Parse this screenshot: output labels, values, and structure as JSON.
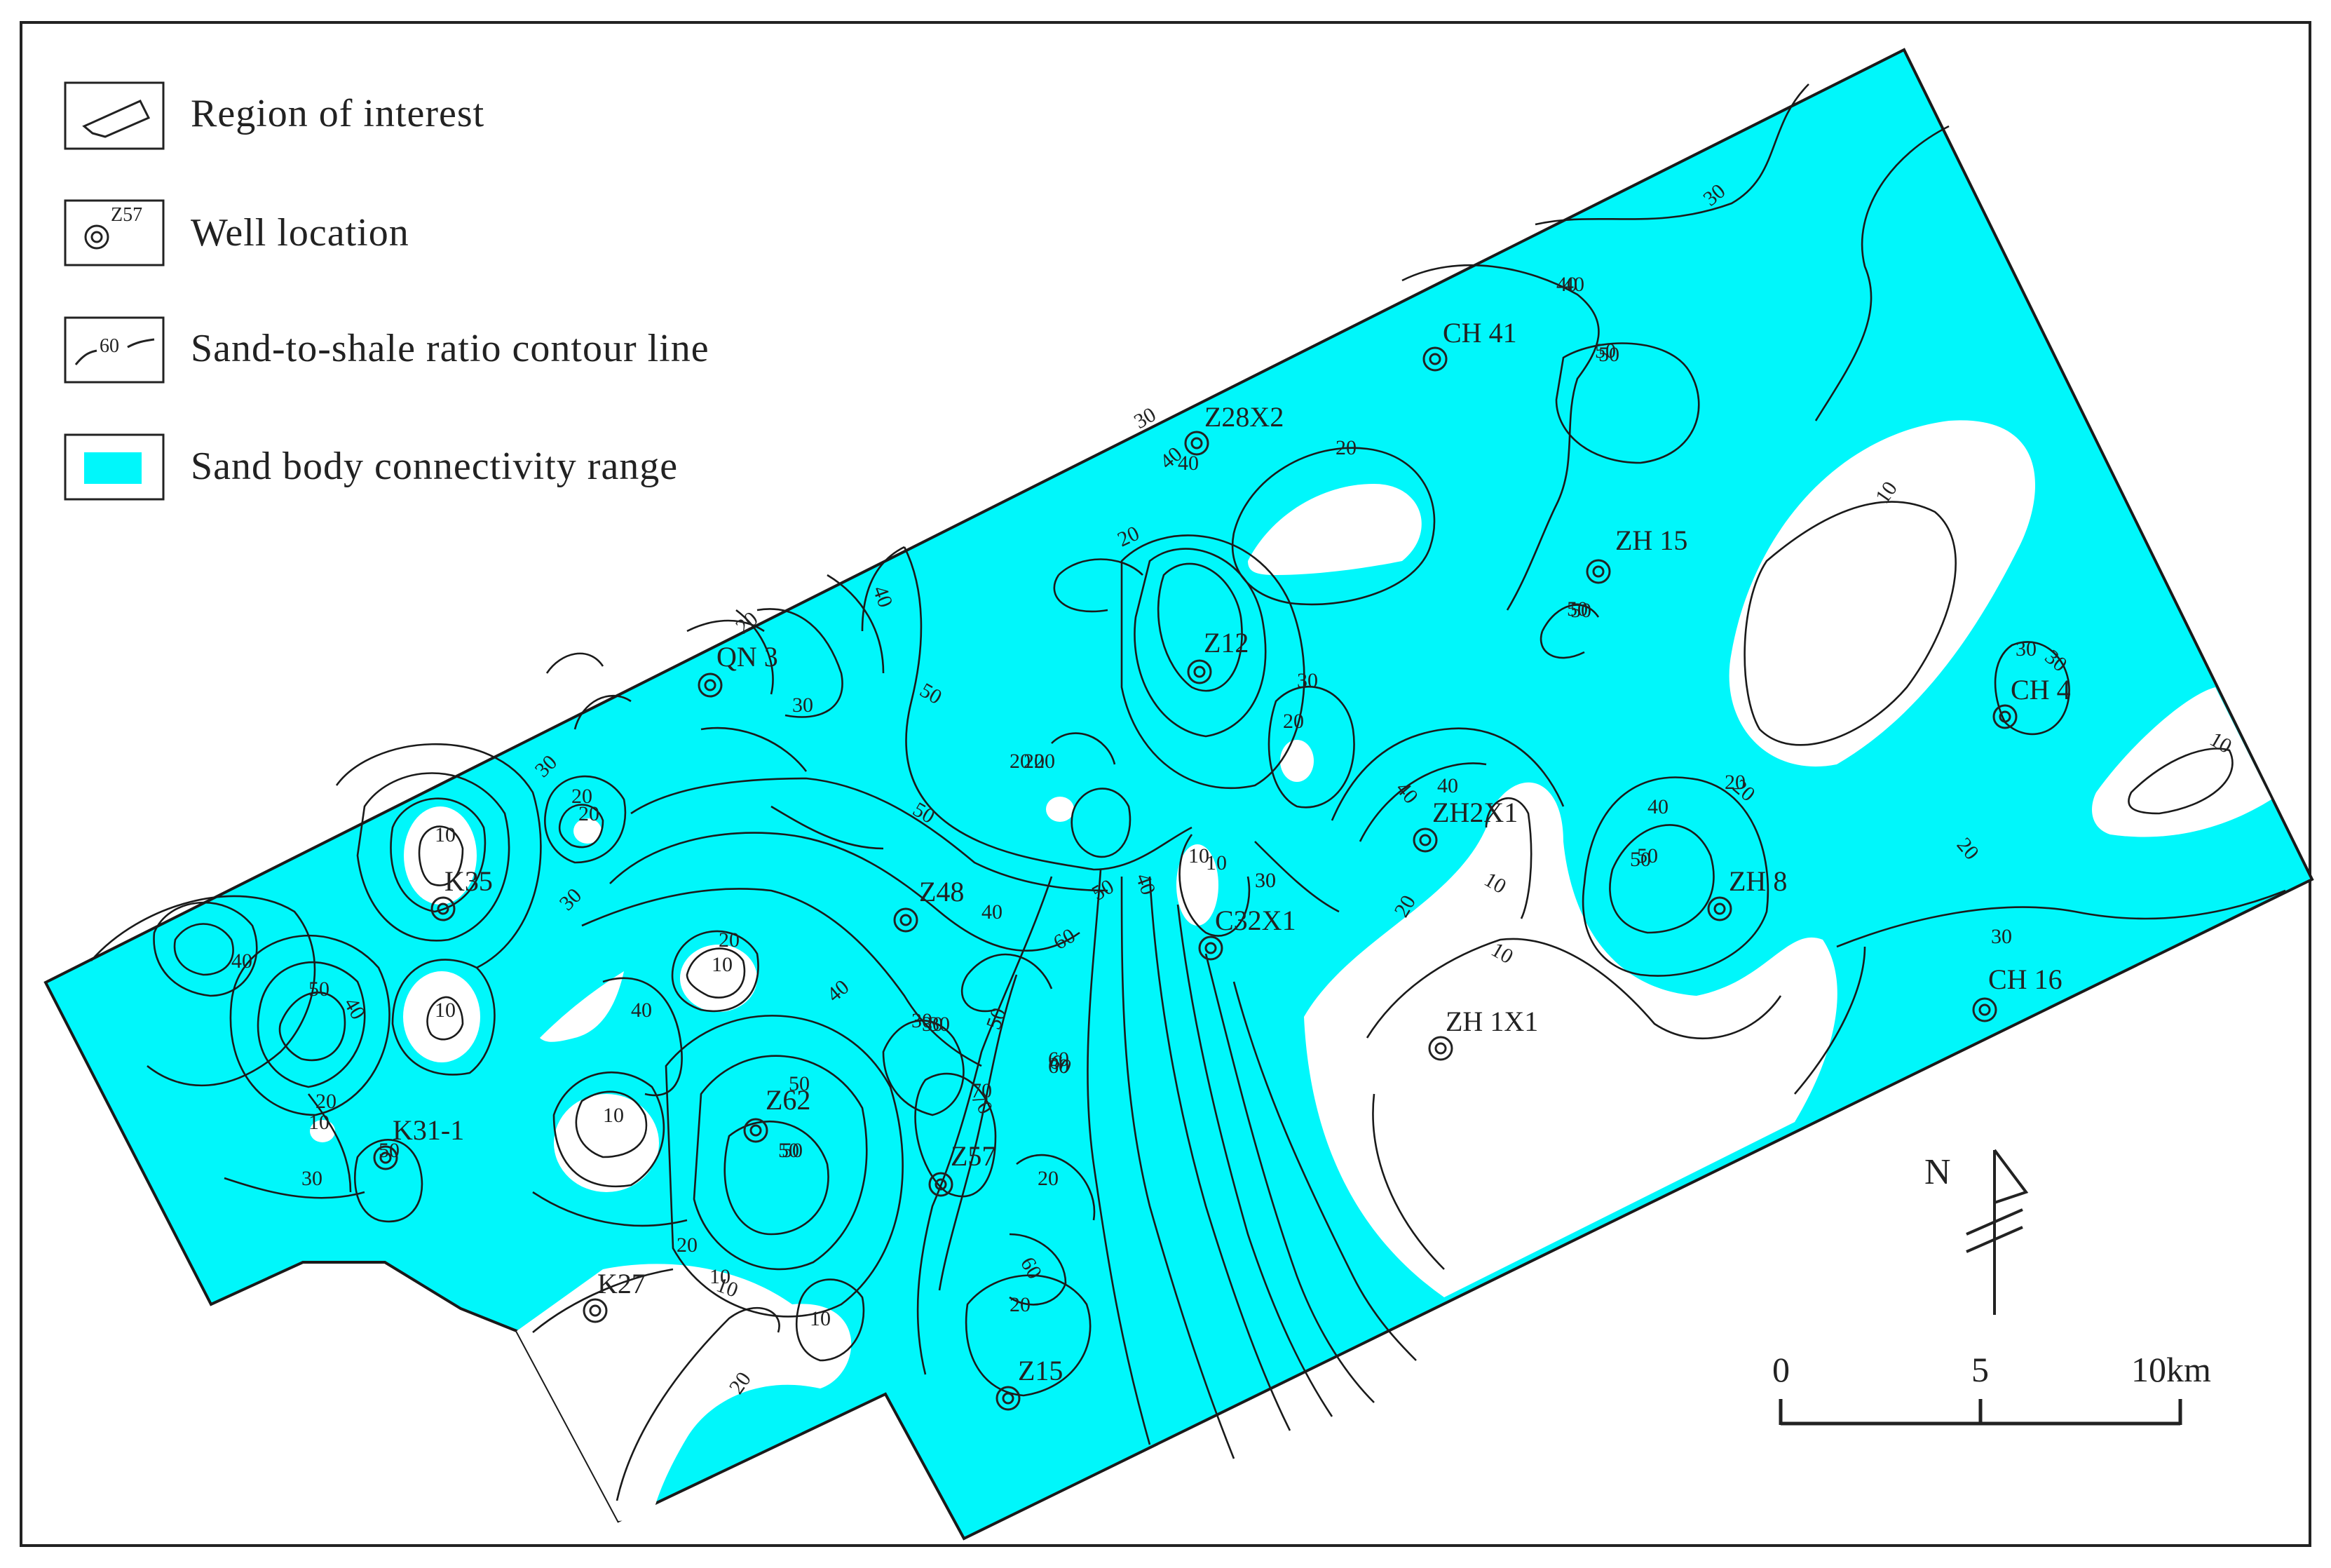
{
  "legend": {
    "items": [
      {
        "key": "region",
        "label": "Region of interest"
      },
      {
        "key": "well",
        "label": "Well location",
        "sample_label": "Z57"
      },
      {
        "key": "contour",
        "label": "Sand-to-shale ratio contour line",
        "sample_label": "60"
      },
      {
        "key": "sand",
        "label": "Sand body connectivity range"
      }
    ]
  },
  "colors": {
    "sand_body": "#00f7fb",
    "background": "#ffffff",
    "line": "#1a1a1a"
  },
  "wells": [
    {
      "id": "w-z28x2",
      "name": "Z28X2"
    },
    {
      "id": "w-ch41",
      "name": "CH 41"
    },
    {
      "id": "w-zh15",
      "name": "ZH 15"
    },
    {
      "id": "w-qn3",
      "name": "QN 3"
    },
    {
      "id": "w-z12",
      "name": "Z12"
    },
    {
      "id": "w-ch4",
      "name": "CH 4"
    },
    {
      "id": "w-zh2x1",
      "name": "ZH2X1"
    },
    {
      "id": "w-k35",
      "name": "K35"
    },
    {
      "id": "w-z48",
      "name": "Z48"
    },
    {
      "id": "w-c32x1",
      "name": "C32X1"
    },
    {
      "id": "w-zh8",
      "name": "ZH 8"
    },
    {
      "id": "w-ch16",
      "name": "CH 16"
    },
    {
      "id": "w-zh1x1",
      "name": "ZH 1X1"
    },
    {
      "id": "w-z62",
      "name": "Z62"
    },
    {
      "id": "w-k31",
      "name": "K31-1"
    },
    {
      "id": "w-z57",
      "name": "Z57"
    },
    {
      "id": "w-k27",
      "name": "K27"
    },
    {
      "id": "w-z15",
      "name": "Z15"
    }
  ],
  "contour_labels": [
    "30",
    "40",
    "50",
    "20",
    "40",
    "30",
    "40",
    "20",
    "50",
    "10",
    "30",
    "20",
    "30",
    "50",
    "30",
    "20",
    "20",
    "20",
    "20",
    "30",
    "30",
    "20",
    "10",
    "10",
    "20",
    "40",
    "40",
    "10",
    "50",
    "20",
    "10",
    "20",
    "30",
    "60",
    "70",
    "50",
    "40",
    "50",
    "60",
    "40",
    "10",
    "10",
    "20",
    "10",
    "40",
    "50",
    "30",
    "40",
    "40",
    "50",
    "30",
    "10",
    "10",
    "20",
    "10",
    "20",
    "30",
    "10",
    "50",
    "50",
    "50",
    "40",
    "30",
    "60",
    "70",
    "60",
    "20",
    "20",
    "10",
    "20",
    "10",
    "30",
    "30",
    "20",
    "40",
    "50",
    "50",
    "30",
    "50",
    "40",
    "40",
    "50",
    "60",
    "20"
  ],
  "north_arrow": {
    "label": "N"
  },
  "scale_bar": {
    "ticks": [
      "0",
      "5",
      "10km"
    ]
  }
}
